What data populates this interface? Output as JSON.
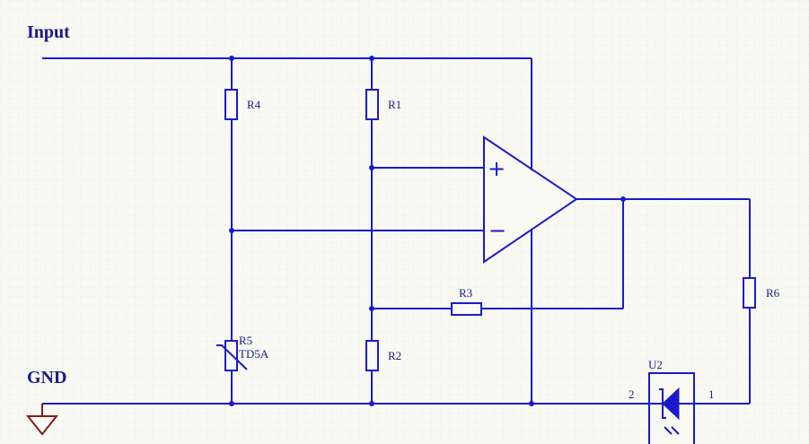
{
  "labels": {
    "input": "Input",
    "gnd": "GND"
  },
  "components": {
    "r1": "R1",
    "r2": "R2",
    "r3": "R3",
    "r4": "R4",
    "r5": "R5",
    "r5_value": "TD5A",
    "r6": "R6",
    "u2": "U2",
    "u2_pin2": "2",
    "u2_pin1": "1"
  },
  "opamp": {
    "plus": "+",
    "minus": "−"
  },
  "colors": {
    "wire": "#1a1acc",
    "text": "#1a1a8a",
    "ground": "#8b1a1a",
    "background": "#fafaf4",
    "grid": "#e4e4dc"
  }
}
